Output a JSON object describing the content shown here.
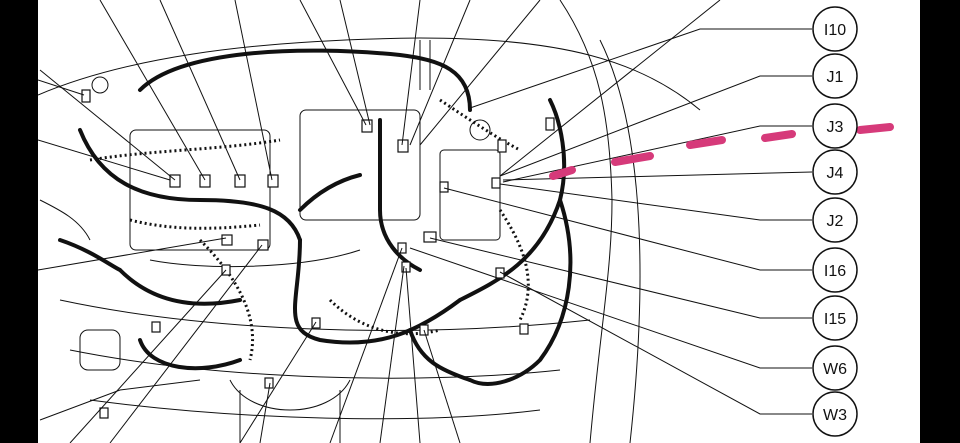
{
  "colors": {
    "frame": "#000000",
    "paper": "#ffffff",
    "line": "#111111",
    "harness": "#111111",
    "annotation": "#d63a7a"
  },
  "callouts": [
    {
      "id": "I10",
      "label": "I10"
    },
    {
      "id": "J1",
      "label": "J1"
    },
    {
      "id": "J3",
      "label": "J3"
    },
    {
      "id": "J4",
      "label": "J4"
    },
    {
      "id": "J2",
      "label": "J2"
    },
    {
      "id": "I16",
      "label": "I16"
    },
    {
      "id": "I15",
      "label": "I15"
    },
    {
      "id": "W6",
      "label": "W6"
    },
    {
      "id": "W3",
      "label": "W3"
    }
  ],
  "annotation": {
    "name": "pink-dashed-marker",
    "style": "dashed"
  }
}
